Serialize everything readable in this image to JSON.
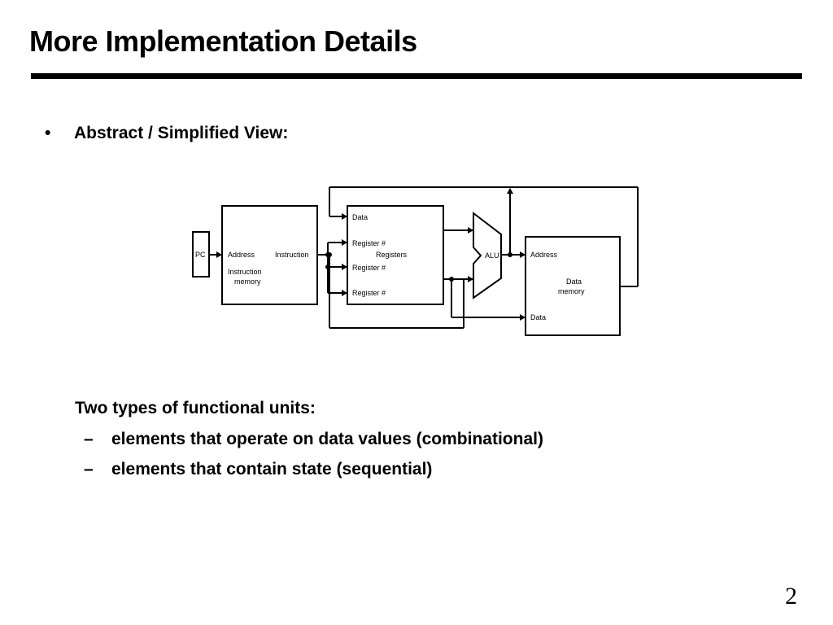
{
  "slide": {
    "title": "More Implementation Details",
    "bullet": "Abstract / Simplified View:",
    "intro": "Two types of functional units:",
    "subpoints": [
      "elements that operate on data values (combinational)",
      "elements that contain state (sequential)"
    ],
    "page_number": "2"
  },
  "diagram": {
    "pc": "PC",
    "imem_address": "Address",
    "imem_instruction": "Instruction",
    "imem_name_line1": "Instruction",
    "imem_name_line2": "memory",
    "reg_data": "Data",
    "reg_num_1": "Register #",
    "reg_num_2": "Register #",
    "reg_num_3": "Register #",
    "reg_name": "Registers",
    "alu": "ALU",
    "dmem_address": "Address",
    "dmem_name_line1": "Data",
    "dmem_name_line2": "memory",
    "dmem_data": "Data"
  },
  "icons": {
    "bullet": "•",
    "dash": "–"
  }
}
